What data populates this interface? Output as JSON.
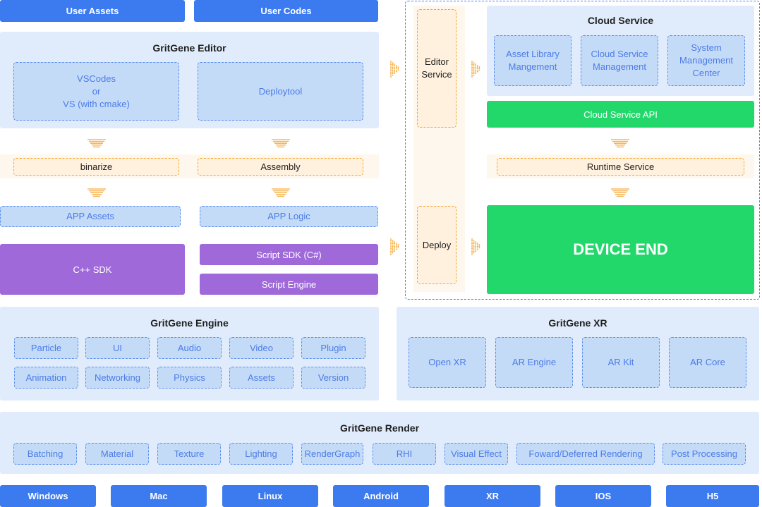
{
  "top": {
    "user_assets": "User Assets",
    "user_codes": "User Codes"
  },
  "editor": {
    "title": "GritGene Editor",
    "vscodes_line1": "VSCodes",
    "vscodes_line2": "or",
    "vscodes_line3": "VS (with cmake)",
    "deploytool": "Deploytool"
  },
  "build": {
    "binarize": "binarize",
    "assembly": "Assembly",
    "app_assets": "APP Assets",
    "app_logic": "APP Logic"
  },
  "sdk": {
    "cpp_sdk": "C++ SDK",
    "script_sdk": "Script SDK (C#)",
    "script_engine": "Script Engine"
  },
  "services": {
    "editor_service_line1": "Editor",
    "editor_service_line2": "Service",
    "deploy": "Deploy"
  },
  "cloud": {
    "title": "Cloud Service",
    "asset_library_line1": "Asset Library",
    "asset_library_line2": "Mangement",
    "cloud_service_mgmt_line1": "Cloud Service",
    "cloud_service_mgmt_line2": "Management",
    "system_mgmt_line1": "System",
    "system_mgmt_line2": "Management",
    "system_mgmt_line3": "Center",
    "api": "Cloud Service API",
    "runtime": "Runtime Service",
    "device_end": "DEVICE END"
  },
  "engine": {
    "title": "GritGene Engine",
    "modules": [
      "Particle",
      "UI",
      "Audio",
      "Video",
      "Plugin",
      "Animation",
      "Networking",
      "Physics",
      "Assets",
      "Version"
    ]
  },
  "xr": {
    "title": "GritGene XR",
    "modules": [
      "Open XR",
      "AR  Engine",
      "AR Kit",
      "AR Core"
    ]
  },
  "render": {
    "title": "GritGene Render",
    "modules": [
      "Batching",
      "Material",
      "Texture",
      "Lighting",
      "RenderGraph",
      "RHI",
      "Visual Effect",
      "Foward/Deferred Rendering",
      "Post Processing"
    ]
  },
  "platforms": [
    "Windows",
    "Mac",
    "Linux",
    "Android",
    "XR",
    "IOS",
    "H5"
  ],
  "colors": {
    "blue": "#3c7af0",
    "panel": "#e0ecfb",
    "purple": "#9f69d9",
    "green": "#22d86b",
    "orange": "#f5a531"
  }
}
